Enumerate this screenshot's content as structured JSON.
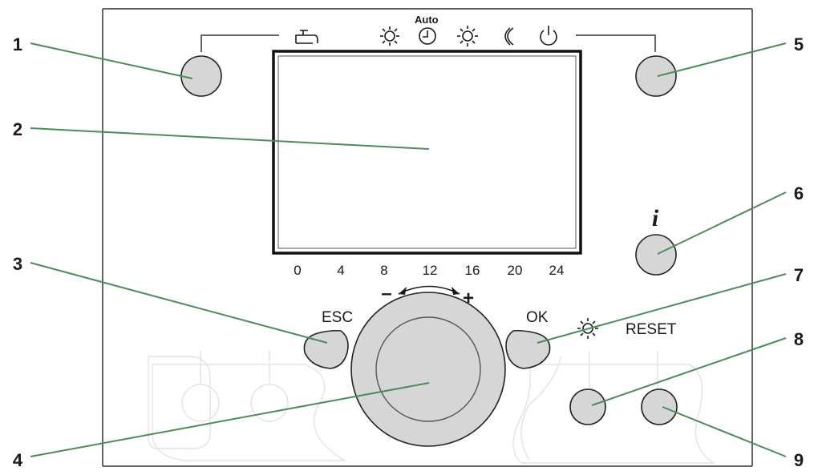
{
  "callouts": [
    "1",
    "2",
    "3",
    "4",
    "5",
    "6",
    "7",
    "8",
    "9"
  ],
  "mode_icons": [
    {
      "name": "tap-icon"
    },
    {
      "name": "snowflake-sun-icon"
    },
    {
      "name": "clock-auto-icon",
      "label": "Auto"
    },
    {
      "name": "sun-icon"
    },
    {
      "name": "moon-icon"
    },
    {
      "name": "power-icon"
    }
  ],
  "time_scale": [
    "0",
    "4",
    "8",
    "12",
    "16",
    "20",
    "24"
  ],
  "buttons": {
    "esc": "ESC",
    "ok": "OK",
    "info": "i",
    "reset": "RESET"
  },
  "dial": {
    "minus": "–",
    "plus": "+"
  },
  "colors": {
    "leader_line": "#4f8a5a",
    "button_fill": "#d6d6d6"
  }
}
